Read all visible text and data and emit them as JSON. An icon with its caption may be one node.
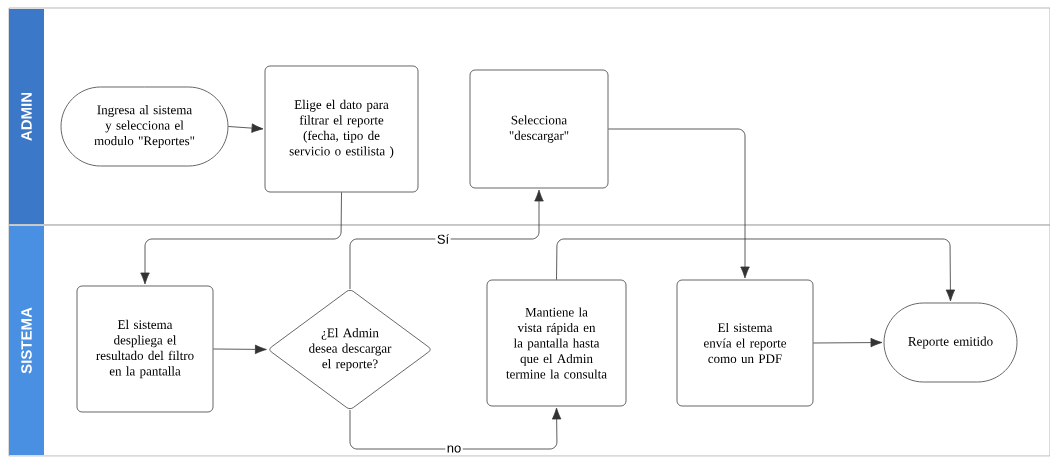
{
  "diagram": {
    "nodes": [
      {
        "text": [
          "ADMIN"
        ]
      },
      {
        "text": [
          "Ingresa al sistema y selecciona el modulo \"Reportes\""
        ],
        "in": 0
      },
      {
        "text": [
          "Elige el dato para filtrar el reporte (fecha, tipo de servicio o estilista )"
        ],
        "in": 0
      },
      {
        "text": [
          "Selecciona \"descargar\""
        ],
        "in": 0
      },
      {
        "text": [
          "SISTEMA"
        ]
      },
      {
        "text": [
          "El sistema despliega el resultado del filtro en la pantalla"
        ],
        "in": 4
      },
      {
        "text": [
          "¿El Admin desea descargar el reporte?"
        ],
        "in": 4
      },
      {
        "text": [
          "Mantiene la vista rápida en la pantalla hasta que el Admin termine la consulta"
        ],
        "in": 4
      },
      {
        "text": [
          "El sistema envía el reporte como un PDF"
        ],
        "in": 4
      },
      {
        "text": [
          "Reporte emitido"
        ],
        "in": 4
      }
    ],
    "edges": [
      {
        "from": 1,
        "to": 2,
        "arrow": "to"
      },
      {
        "from": 2,
        "to": 5,
        "arrow": "to"
      },
      {
        "from": 5,
        "to": 6,
        "arrow": "to"
      },
      {
        "from": 6,
        "to": 3,
        "arrow": "to",
        "label": "Sí"
      },
      {
        "from": 6,
        "to": 7,
        "arrow": "to",
        "label": "no"
      },
      {
        "from": 3,
        "to": 8,
        "arrow": "to"
      },
      {
        "from": 7,
        "to": 9,
        "arrow": "to"
      },
      {
        "from": 8,
        "to": 9,
        "arrow": "to"
      }
    ]
  }
}
